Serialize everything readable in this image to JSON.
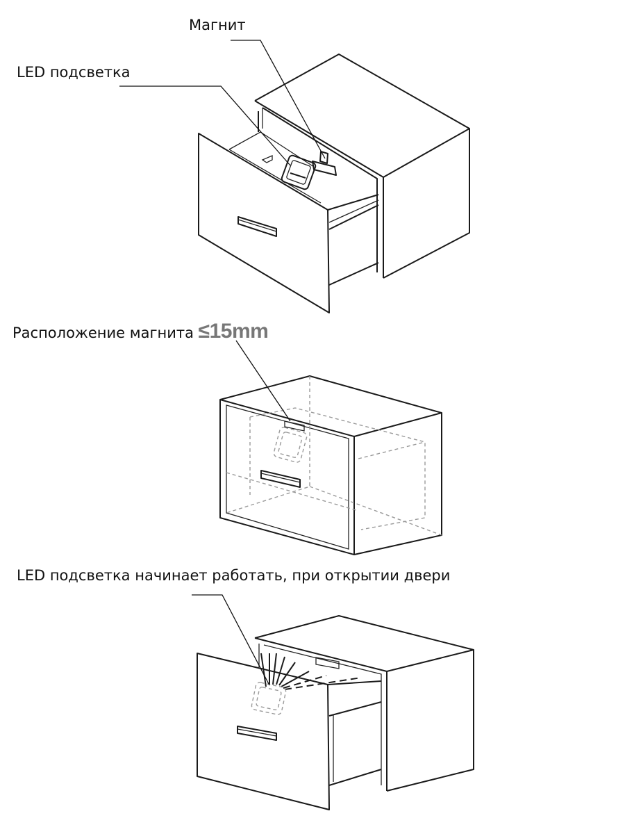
{
  "labels": {
    "magnet": "Магнит",
    "led": "LED подсветка",
    "position_text": "Расположение  магнита",
    "position_value": "≤15mm",
    "led_works": "LED подсветка  начинает работать, при открытии двери"
  },
  "colors": {
    "line": "#1a1a1a",
    "dashed": "#9a9a9a",
    "highlight_value": "#777777",
    "background": "#ffffff"
  }
}
